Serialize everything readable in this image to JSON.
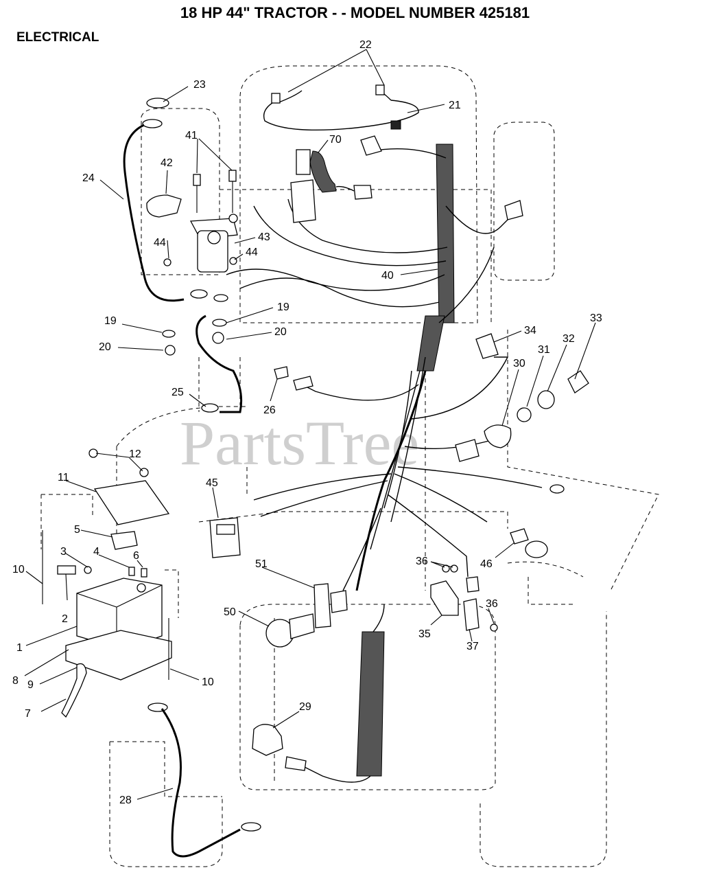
{
  "header": {
    "title": "18 HP 44\" TRACTOR - - MODEL NUMBER 425181",
    "section": "ELECTRICAL"
  },
  "watermark": "PartsTree",
  "callouts": [
    "22",
    "23",
    "21",
    "70",
    "41",
    "42",
    "24",
    "43",
    "44",
    "44",
    "40",
    "19",
    "19",
    "20",
    "20",
    "34",
    "33",
    "32",
    "31",
    "30",
    "25",
    "26",
    "12",
    "11",
    "45",
    "5",
    "3",
    "4",
    "6",
    "10",
    "2",
    "1",
    "8",
    "9",
    "7",
    "10",
    "51",
    "36",
    "36",
    "46",
    "50",
    "35",
    "37",
    "29",
    "28"
  ]
}
